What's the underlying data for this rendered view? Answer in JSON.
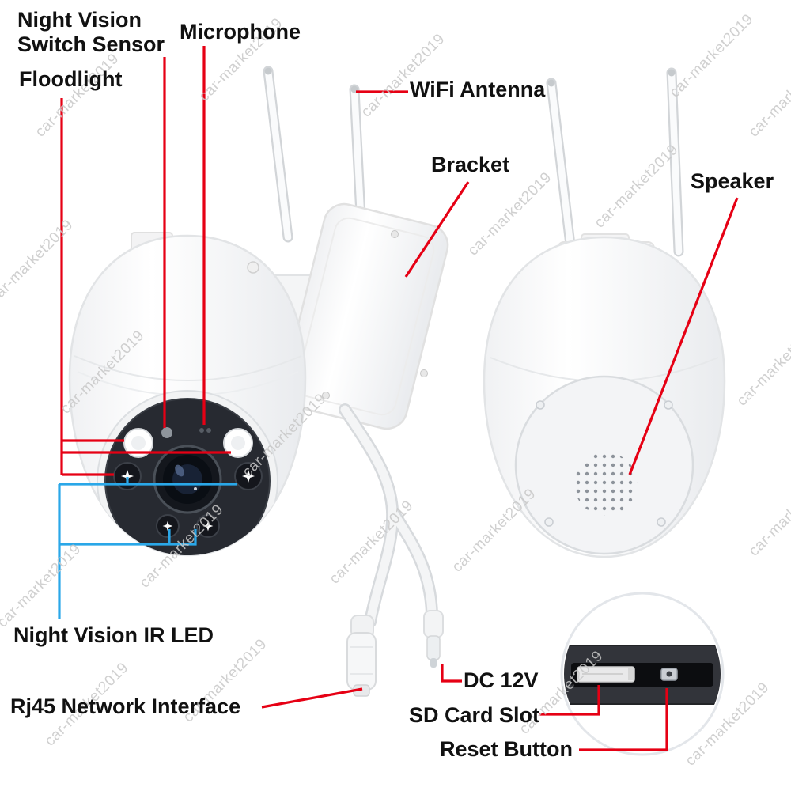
{
  "watermark": {
    "text": "car-market2019"
  },
  "labels": {
    "night_vision_switch_sensor": "Night Vision\nSwitch Sensor",
    "microphone": "Microphone",
    "floodlight": "Floodlight",
    "wifi_antenna": "WiFi Antenna",
    "bracket": "Bracket",
    "speaker": "Speaker",
    "night_vision_ir_led": "Night Vision IR LED",
    "rj45_network_interface": "Rj45 Network Interface",
    "dc_12v": "DC 12V",
    "sd_card_slot": "SD Card Slot",
    "reset_button": "Reset Button"
  },
  "colors": {
    "callout_red": "#e60014",
    "callout_blue": "#2aa7e8",
    "label_text": "#111111",
    "watermark": "#c8c8c8"
  }
}
